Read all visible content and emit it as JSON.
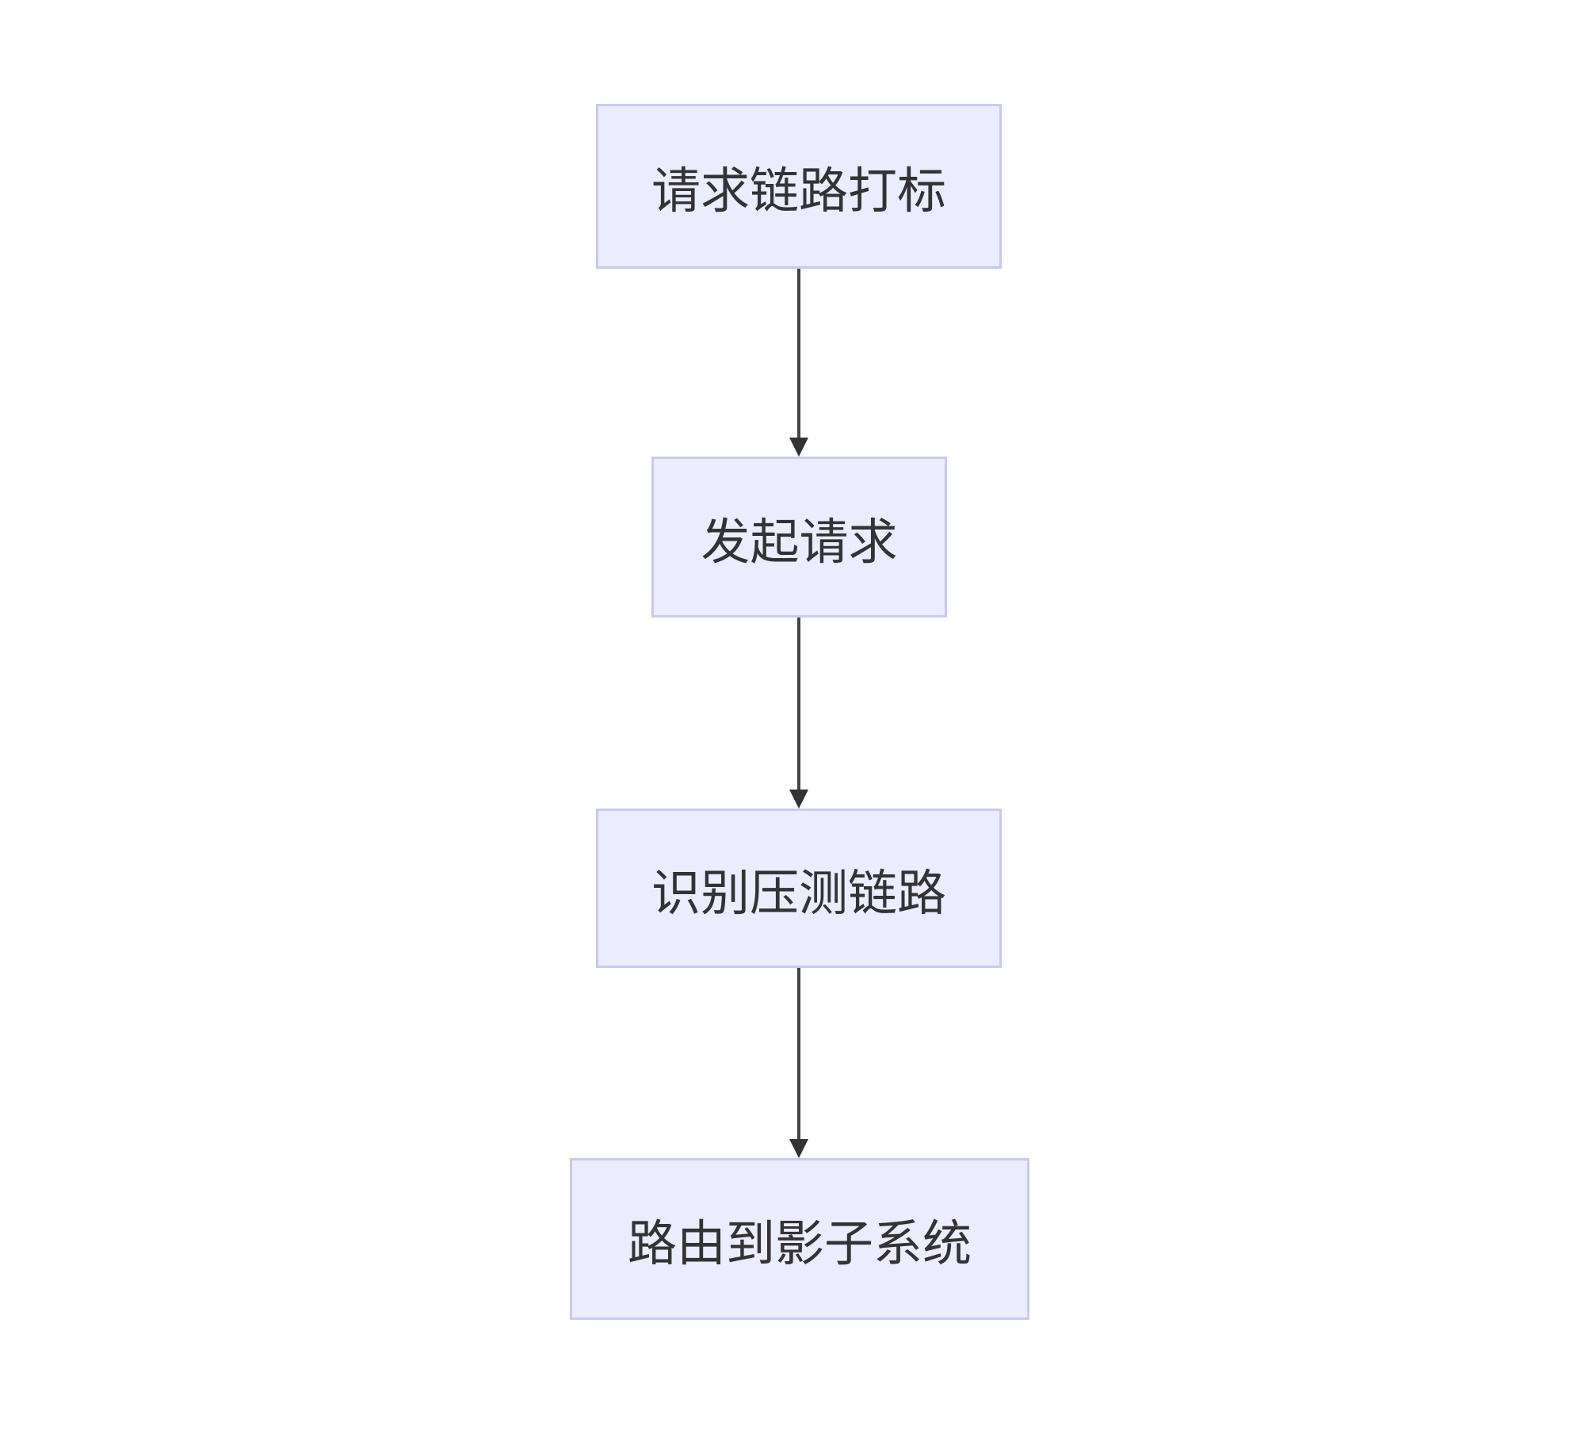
{
  "diagram": {
    "type": "flowchart",
    "direction": "top-to-bottom",
    "nodes": [
      {
        "id": "n1",
        "label": "请求链路打标"
      },
      {
        "id": "n2",
        "label": "发起请求"
      },
      {
        "id": "n3",
        "label": "识别压测链路"
      },
      {
        "id": "n4",
        "label": "路由到影子系统"
      }
    ],
    "edges": [
      {
        "from": "n1",
        "to": "n2"
      },
      {
        "from": "n2",
        "to": "n3"
      },
      {
        "from": "n3",
        "to": "n4"
      }
    ],
    "colors": {
      "node_fill": "#ececff",
      "node_border": "#c9c9f6",
      "edge": "#333333",
      "text": "#333333"
    }
  }
}
